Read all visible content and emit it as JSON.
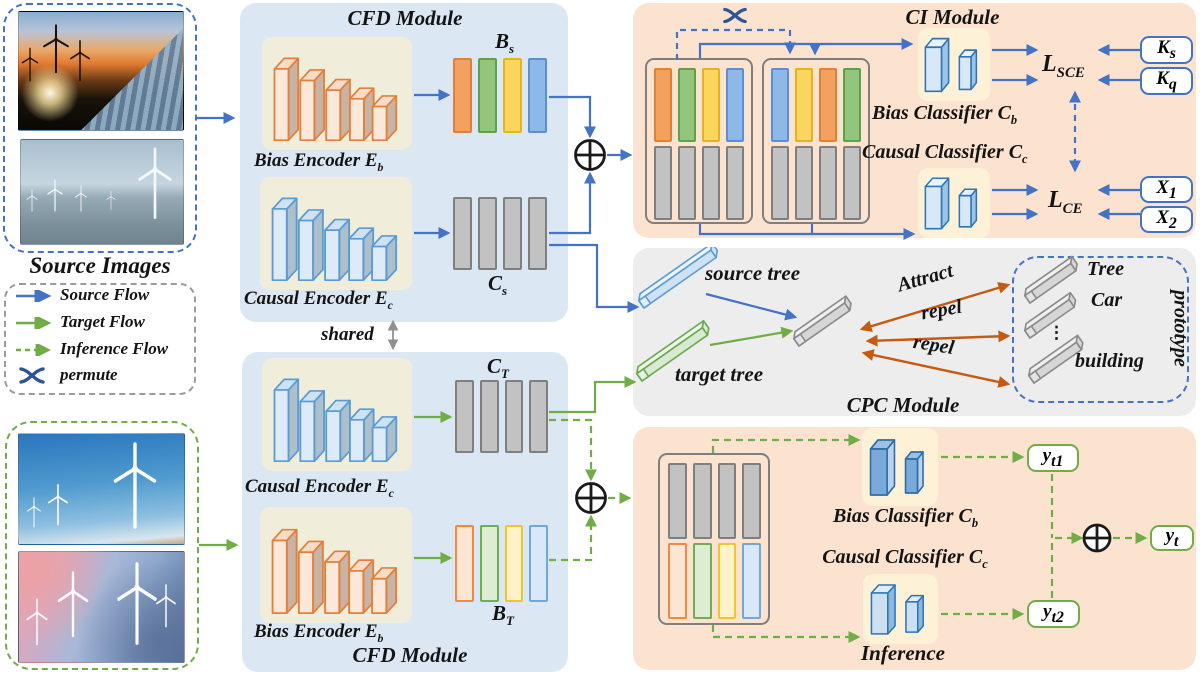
{
  "source_panel": {
    "label": "Source Images"
  },
  "legend": {
    "items": [
      {
        "label": "Source Flow",
        "style": "solid-blue-arrow"
      },
      {
        "label": "Target Flow",
        "style": "solid-green-arrow"
      },
      {
        "label": "Inference Flow",
        "style": "dashed-green-arrow"
      },
      {
        "label": "permute",
        "style": "permute-icon"
      }
    ]
  },
  "cfd_top": {
    "title": "CFD Module",
    "bias_encoder": {
      "text": "Bias Encoder E",
      "sub": "b"
    },
    "causal_encoder": {
      "text": "Causal Encoder E",
      "sub": "c"
    },
    "bs": {
      "text": "B",
      "sub": "s"
    },
    "cs": {
      "text": "C",
      "sub": "s"
    }
  },
  "shared": {
    "label": "shared"
  },
  "cfd_bottom": {
    "title": "CFD Module",
    "causal_encoder": {
      "text": "Causal Encoder E",
      "sub": "c"
    },
    "bias_encoder": {
      "text": "Bias Encoder E",
      "sub": "b"
    },
    "ct": {
      "text": "C",
      "sub": "T"
    },
    "bt": {
      "text": "B",
      "sub": "T"
    }
  },
  "ci": {
    "title": "CI Module",
    "bias_classifier": {
      "text": "Bias Classifier C",
      "sub": "b"
    },
    "causal_classifier": {
      "text": "Causal Classifier C",
      "sub": "c"
    },
    "l_sce": {
      "text": "L",
      "sub": "SCE"
    },
    "l_ce": {
      "text": "L",
      "sub": "CE"
    },
    "ks": {
      "text": "K",
      "sub": "s"
    },
    "kq": {
      "text": "K",
      "sub": "q"
    },
    "x1": {
      "text": "X",
      "sub": "1"
    },
    "x2": {
      "text": "X",
      "sub": "2"
    }
  },
  "cpc": {
    "title": "CPC Module",
    "source_tree": "source tree",
    "target_tree": "target tree",
    "attract": "Attract",
    "repel_mid": "repel",
    "repel_bottom": "repel",
    "prototype": {
      "vertical_label": "prototype",
      "items": [
        "Tree",
        "Car",
        "building"
      ],
      "ellipsis": "⋮"
    }
  },
  "inference": {
    "bias_classifier": {
      "text": "Bias Classifier C",
      "sub": "b"
    },
    "causal_classifier": {
      "text": "Causal Classifier C",
      "sub": "c"
    },
    "label": "Inference",
    "yt1": {
      "text": "y",
      "sub": "t1"
    },
    "yt2": {
      "text": "y",
      "sub": "t2"
    },
    "yt": {
      "text": "y",
      "sub": "t"
    }
  },
  "colors": {
    "source_flow": "#4472c4",
    "target_flow": "#70ad47",
    "inference_flow": "#70ad47",
    "attract_repel_arrow": "#c55a11",
    "permute_icon": "#2f5597",
    "oplus_symbol": "#1a1a1a",
    "cfd_bg": "#dbe8f4",
    "ci_bg": "#fbe3d0",
    "cpc_bg": "#ededed",
    "inference_bg": "#fbe3d0",
    "encoder_patch_bg": "#f0edda",
    "classifier_patch_bg": "#fdf1d7",
    "feature_box_border": "#7f7f7f",
    "encoders": {
      "orange": {
        "stroke": "#e2803b",
        "front": "#fce8d8",
        "side": "#c9b3a4",
        "top": "#f7dcc8"
      },
      "blue": {
        "stroke": "#5b9bd5",
        "front": "#dcebf7",
        "side": "#aebfcc",
        "top": "#cfe2f2"
      }
    },
    "plates": {
      "ci": {
        "stroke": "#2e75b6",
        "front": "#d9e8f7",
        "side": "#9dc3e6",
        "top": "#eaf2fb"
      },
      "bias_inf": {
        "stroke": "#2e6da4",
        "front": "#7aa9dc",
        "side": "#b9d3ee",
        "top": "#9cc0e8"
      },
      "causal_inf": {
        "stroke": "#2e75b6",
        "front": "#cde0f2",
        "side": "#8fb8e0",
        "top": "#e2edf8"
      }
    },
    "bars": {
      "solid": {
        "orange": {
          "fill": "#f2a15f",
          "stroke": "#e0813a"
        },
        "green": {
          "fill": "#94c57c",
          "stroke": "#5ea04b"
        },
        "yellow": {
          "fill": "#fbd65c",
          "stroke": "#e3b324"
        },
        "blue": {
          "fill": "#8db9e8",
          "stroke": "#5b8fd0"
        },
        "gray": {
          "fill": "#c2c2c2",
          "stroke": "#7f7f7f"
        }
      },
      "pastel": {
        "orange": {
          "fill": "#fbe6d4",
          "stroke": "#ed8b45"
        },
        "green": {
          "fill": "#dcedd2",
          "stroke": "#6fae52"
        },
        "yellow": {
          "fill": "#fdf2c8",
          "stroke": "#edc630"
        },
        "blue": {
          "fill": "#d9e8f8",
          "stroke": "#6fa8dc"
        }
      }
    },
    "dbars": {
      "blue": {
        "stroke": "#5b9bd5",
        "front": "#cfe2f3",
        "top": "#ecf4fb",
        "cap": "#e3eefa"
      },
      "green": {
        "stroke": "#6aa84f",
        "front": "#d9ead3",
        "top": "#eef6ea",
        "cap": "#e6f2e0"
      },
      "gray": {
        "stroke": "#8a8a8a",
        "front": "#d6d6d6",
        "top": "#efefef",
        "cap": "#e3e3e3"
      }
    }
  }
}
